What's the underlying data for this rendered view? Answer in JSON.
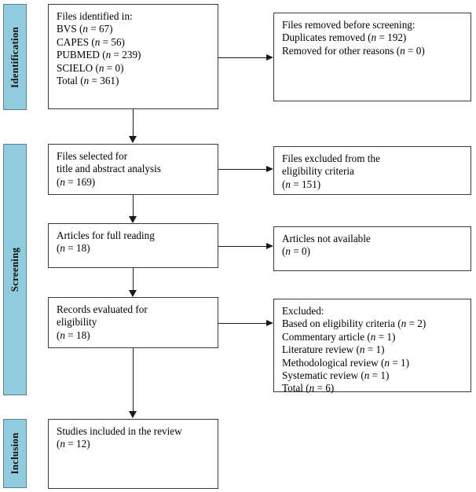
{
  "diagram": {
    "type": "prisma-flow-diagram",
    "accent_color": "#91CBDE",
    "box_border_color": "#3a3a3a",
    "connector_color": "#1a1a1a",
    "background_color": "#ffffff"
  },
  "stages": [
    {
      "id": "identification",
      "label": "Identification"
    },
    {
      "id": "screening",
      "label": "Screening"
    },
    {
      "id": "inclusion",
      "label": "Inclusion"
    }
  ],
  "left_boxes": [
    {
      "id": "files-identified",
      "text": "Files identified in:\nBVS (n = 67)\nCAPES (n = 56)\nPUBMED (n = 239)\nSCIELO (n = 0)\nTotal (n = 361)"
    },
    {
      "id": "files-selected",
      "text": "Files selected for\ntitle and abstract analysis\n(n = 169)"
    },
    {
      "id": "articles-full-reading",
      "text": "Articles for full reading\n(n = 18)"
    },
    {
      "id": "records-evaluated",
      "text": "Records evaluated for\neligibility\n(n = 18)"
    },
    {
      "id": "studies-included",
      "text": "Studies included in the review\n(n = 12)"
    }
  ],
  "right_boxes": [
    {
      "id": "files-removed",
      "text": "Files removed before screening:\nDuplicates removed (n = 192)\nRemoved for other reasons (n = 0)"
    },
    {
      "id": "files-excluded",
      "text": "Files excluded from the\neligibility criteria\n(n = 151)"
    },
    {
      "id": "articles-not-available",
      "text": "Articles not available\n(n = 0)"
    },
    {
      "id": "excluded-details",
      "text": "Excluded:\nBased on eligibility criteria (n = 2)\nCommentary article (n = 1)\nLiterature review (n = 1)\nMethodological review (n = 1)\nSystematic review (n = 1)\nTotal (n = 6)"
    }
  ],
  "counts": {
    "bvs": 67,
    "capes": 56,
    "pubmed": 239,
    "scielo": 0,
    "total_identified": 361,
    "duplicates_removed": 192,
    "removed_other_reasons": 0,
    "selected_title_abstract": 169,
    "excluded_eligibility_criteria_screening": 151,
    "articles_full_reading": 18,
    "articles_not_available": 0,
    "records_evaluated": 18,
    "excluded_based_on_eligibility": 2,
    "excluded_commentary_article": 1,
    "excluded_literature_review": 1,
    "excluded_methodological_review": 1,
    "excluded_systematic_review": 1,
    "excluded_total": 6,
    "studies_included": 12
  }
}
